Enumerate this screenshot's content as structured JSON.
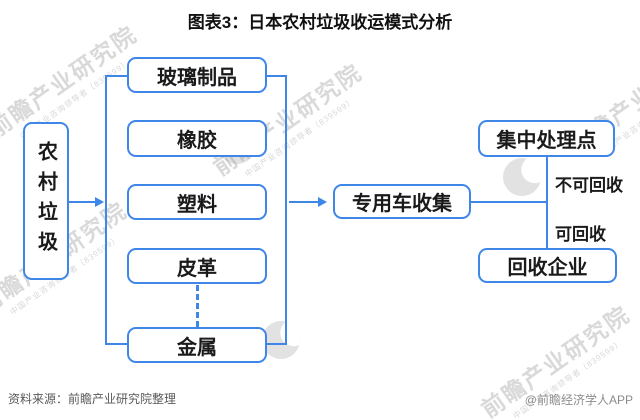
{
  "title": "图表3：日本农村垃圾收运模式分析",
  "diagram": {
    "source": "农村垃圾",
    "categories": [
      "玻璃制品",
      "橡胶",
      "塑料",
      "皮革",
      "金属"
    ],
    "collector": "专用车收集",
    "branch_labels": {
      "non_recyclable": "不可回收",
      "recyclable": "可回收"
    },
    "destinations": {
      "non_recyclable": "集中处理点",
      "recyclable": "回收企业"
    }
  },
  "watermark": {
    "brand": "前瞻产业研究院",
    "tagline": "中国产业咨询领导者（839599）"
  },
  "footer": {
    "source_note": "资料来源：前瞻产业研究院整理",
    "copyright_note": "@前瞻经济学人APP"
  },
  "colors": {
    "accent": "#3e86e8",
    "text": "#1a1a1a",
    "footer_text": "#595959"
  }
}
